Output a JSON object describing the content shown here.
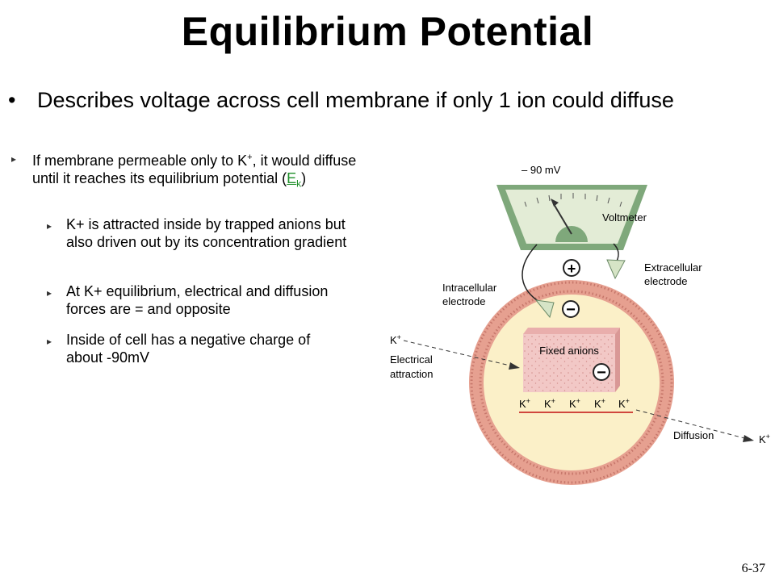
{
  "title": "Equilibrium Potential",
  "main_bullet": {
    "marker": "•",
    "text": "Describes voltage across cell membrane if only 1 ion could diffuse"
  },
  "sub_bullets": {
    "marker": "▸",
    "first": {
      "text_before": "If membrane permeable only to K",
      "superscript": "+",
      "text_after": ", it would diffuse until it reaches its equilibrium potential (",
      "link_letter": "E",
      "link_subscript": "k",
      "text_close": ")"
    },
    "nested": [
      "K+ is attracted inside by trapped anions but also driven out by its concentration gradient",
      "At K+ equilibrium, electrical and diffusion forces are = and opposite",
      "Inside of cell has a negative charge of about -90mV"
    ]
  },
  "diagram": {
    "meter_reading": "– 90 mV",
    "voltmeter_label": "Voltmeter",
    "extracellular_label": [
      "Extracellular",
      "electrode"
    ],
    "intracellular_label": [
      "Intracellular",
      "electrode"
    ],
    "plus_sign": "+",
    "minus_sign": "−",
    "fixed_anions_label": "Fixed anions",
    "k_ion": "K",
    "k_charge": "+",
    "electrical_label": [
      "Electrical",
      "attraction"
    ],
    "diffusion_label": "Diffusion",
    "colors": {
      "membrane": "#e6a090",
      "cytoplasm": "#fbf0c8",
      "anion_box": "#f2c8c6",
      "meter_frame": "#7fa87b",
      "meter_face": "#e3ecd6",
      "red_line": "#d0473e"
    }
  },
  "slide_number": "6-37"
}
